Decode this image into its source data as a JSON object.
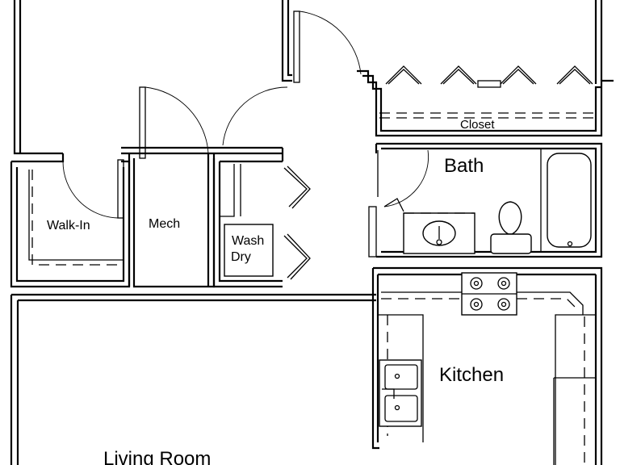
{
  "rooms": {
    "closet": "Closet",
    "bath": "Bath",
    "walk_in": "Walk-In",
    "mech": "Mech",
    "wash": "Wash",
    "dry": "Dry",
    "kitchen": "Kitchen",
    "living_room": "Living Room"
  }
}
